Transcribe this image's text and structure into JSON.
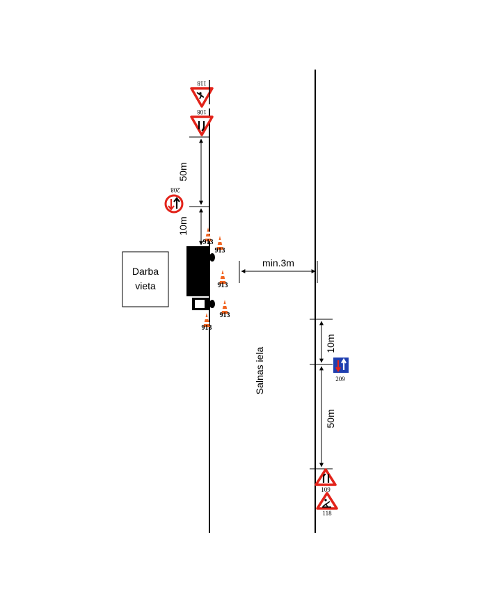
{
  "work_area": {
    "line1": "Darba",
    "line2": "vieta"
  },
  "street_name": "Salnas iela",
  "clearance_label": "min.3m",
  "distances": {
    "left_upper": "50m",
    "left_lower": "10m",
    "right_upper": "10m",
    "right_lower": "50m"
  },
  "signs": {
    "left_118": "118",
    "left_108": "108",
    "left_208": "208",
    "right_209": "209",
    "right_109": "109",
    "right_118": "118"
  },
  "cone_code": "913",
  "colors": {
    "sign_red": "#e2231a",
    "sign_blue": "#1f3fb0",
    "cone_orange": "#f26522"
  }
}
